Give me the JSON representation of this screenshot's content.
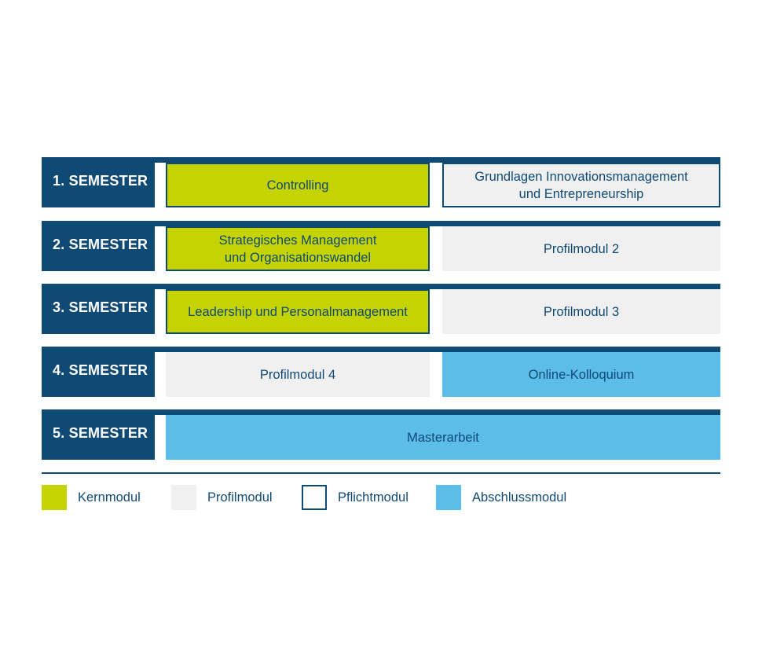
{
  "semesters": [
    {
      "label": "1. SEMESTER",
      "left": "Controlling",
      "right": "Grundlagen Innovationsmanagement\nund Entrepreneurship"
    },
    {
      "label": "2. SEMESTER",
      "left": "Strategisches Management\nund Organisationswandel",
      "right": "Profilmodul 2"
    },
    {
      "label": "3. SEMESTER",
      "left": "Leadership und Personalmanagement",
      "right": "Profilmodul 3"
    },
    {
      "label": "4. SEMESTER",
      "left": "Profilmodul 4",
      "right": "Online-Kolloquium"
    },
    {
      "label": "5. SEMESTER",
      "full": "Masterarbeit"
    }
  ],
  "legend": {
    "kern": "Kernmodul",
    "profil": "Profilmodul",
    "pflicht": "Pflichtmodul",
    "abschluss": "Abschlussmodul"
  },
  "colors": {
    "navy": "#0f4a74",
    "kern": "#c5d300",
    "profil": "#f0f0f0",
    "abschluss": "#5bbde8"
  }
}
